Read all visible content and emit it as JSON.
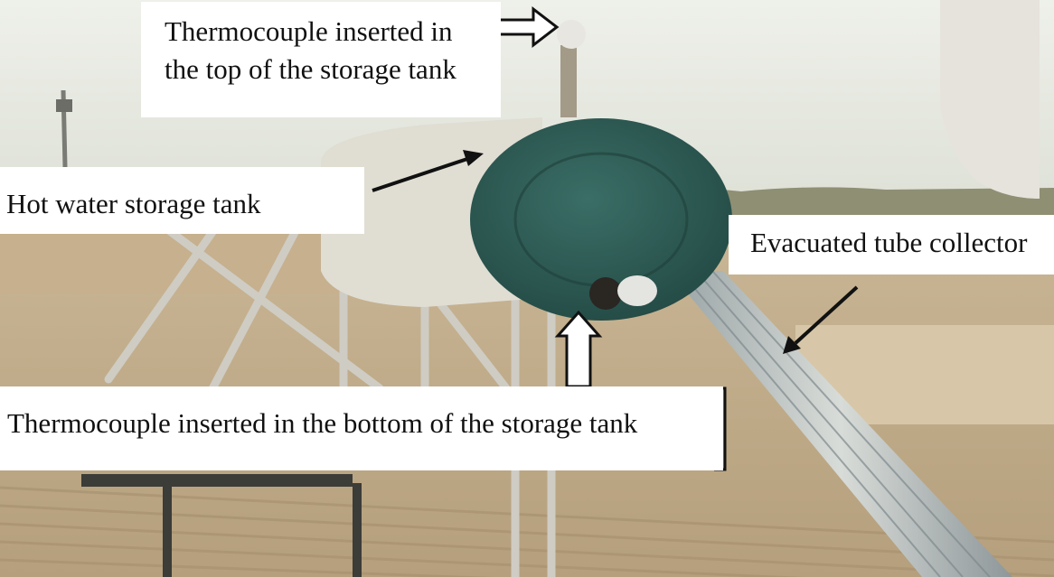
{
  "labels": {
    "top_thermocouple": [
      "Thermocouple inserted in",
      "the top of the storage tank"
    ],
    "hot_water_tank": "Hot water storage tank",
    "evacuated_tube_collector": "Evacuated tube collector",
    "bottom_thermocouple": "Thermocouple inserted in the bottom of the storage tank"
  },
  "colors": {
    "sky": "#e9ebe3",
    "tank_end_cap": "#2f5f58",
    "tank_body": "#e2e0d6",
    "roof": "#cdb99a",
    "callout_background": "#ffffff",
    "arrow": "#111111"
  },
  "icons": [
    "arrow-right-icon",
    "arrow-up-icon"
  ]
}
